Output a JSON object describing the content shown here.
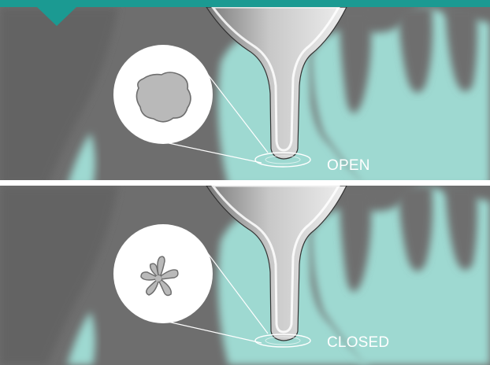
{
  "panels": [
    {
      "state": "open",
      "label": "OPEN"
    },
    {
      "state": "closed",
      "label": "CLOSED"
    }
  ],
  "colors": {
    "header": "#1b9a92",
    "background": "#6e6e6e",
    "mint": "#9ed9d1",
    "nozzle": "#c0c0c0",
    "magnifier": "#ffffff"
  }
}
